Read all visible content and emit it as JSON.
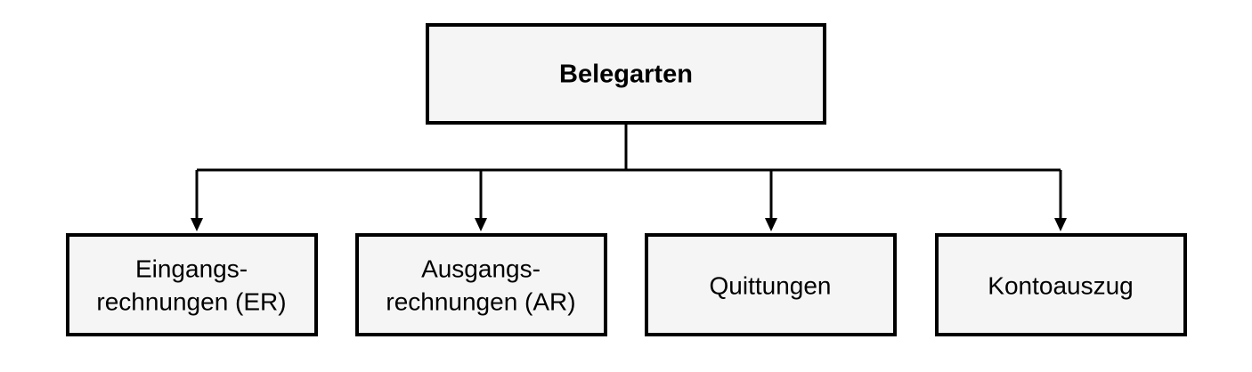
{
  "root": {
    "label": "Belegarten"
  },
  "children": [
    {
      "lines": [
        "Eingangs-",
        "rechnungen (ER)"
      ]
    },
    {
      "lines": [
        "Ausgangs-",
        "rechnungen (AR)"
      ]
    },
    {
      "lines": [
        "Quittungen"
      ]
    },
    {
      "lines": [
        "Kontoauszug"
      ]
    }
  ]
}
